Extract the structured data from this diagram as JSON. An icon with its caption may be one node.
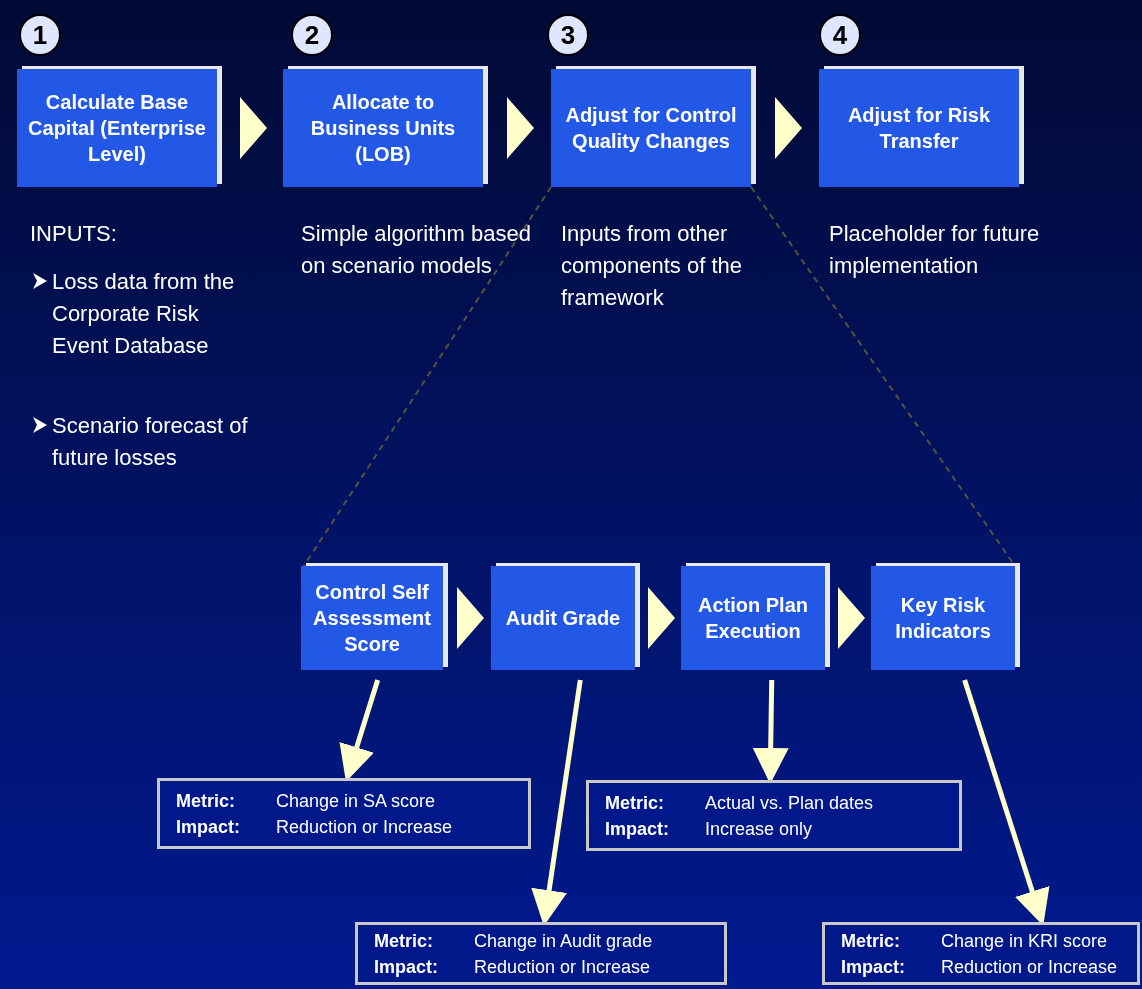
{
  "diagram": {
    "nodes": [
      {
        "text": [
          "1"
        ]
      },
      {
        "text": [
          "2"
        ]
      },
      {
        "text": [
          "3"
        ]
      },
      {
        "text": [
          "4"
        ]
      },
      {
        "text": [
          "Calculate Base Capital (Enterprise Level)"
        ]
      },
      {
        "text": [
          "Allocate to Business Units (LOB)"
        ]
      },
      {
        "text": [
          "Adjust for Control Quality Changes"
        ]
      },
      {
        "text": [
          "Adjust for Risk Transfer"
        ]
      },
      {
        "text": [
          "Control Self Assessment Score"
        ]
      },
      {
        "text": [
          "Audit Grade"
        ]
      },
      {
        "text": [
          "Action Plan Execution"
        ]
      },
      {
        "text": [
          "Key Risk Indicators"
        ]
      },
      {
        "text": [
          "Metric:",
          "Change in SA score",
          "Impact:",
          "Reduction or Increase"
        ]
      },
      {
        "text": [
          "Metric:",
          "Change in Audit grade",
          "Impact:",
          "Reduction or Increase"
        ]
      },
      {
        "text": [
          "Metric:",
          "Actual vs. Plan dates",
          "Impact:",
          "Increase only"
        ]
      },
      {
        "text": [
          "Metric:",
          "Change in KRI score",
          "Impact:",
          "Reduction or Increase"
        ]
      }
    ],
    "edges": [
      {
        "from": 4,
        "to": 5,
        "arrow": "to"
      },
      {
        "from": 5,
        "to": 6,
        "arrow": "to"
      },
      {
        "from": 6,
        "to": 7,
        "arrow": "to"
      },
      {
        "from": 8,
        "to": 9,
        "arrow": "to"
      },
      {
        "from": 9,
        "to": 10,
        "arrow": "to"
      },
      {
        "from": 10,
        "to": 11,
        "arrow": "to"
      },
      {
        "from": 8,
        "to": 12,
        "arrow": "to"
      },
      {
        "from": 9,
        "to": 13,
        "arrow": "to"
      },
      {
        "from": 10,
        "to": 14,
        "arrow": "to"
      },
      {
        "from": 11,
        "to": 15,
        "arrow": "to"
      },
      {
        "from": 6,
        "to": 8,
        "arrow": "none",
        "style": "dashed",
        "color": "#55523f"
      },
      {
        "from": 6,
        "to": 11,
        "arrow": "none",
        "style": "dashed",
        "color": "#55523f"
      }
    ],
    "labels": [
      "INPUTS:",
      "Loss data from the Corporate Risk Event Database",
      "Scenario forecast of future losses",
      "Simple algorithm based on scenario models",
      "Inputs from other components of the framework",
      "Placeholder for future implementation"
    ]
  }
}
